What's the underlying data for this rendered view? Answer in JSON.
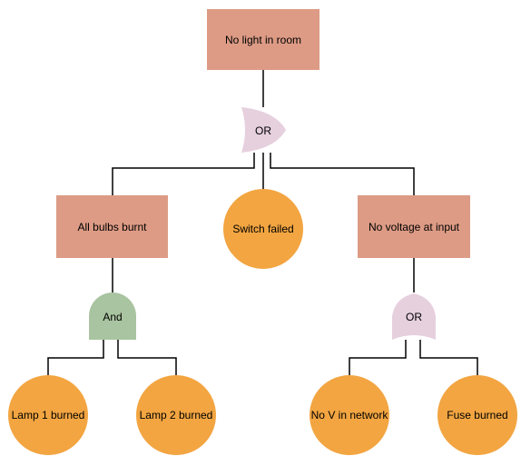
{
  "diagram": {
    "top_event": "No light in room",
    "gate_top": "OR",
    "left_event": "All bulbs burnt",
    "middle_event": "Switch failed",
    "right_event": "No voltage at input",
    "gate_left": "And",
    "gate_right": "OR",
    "leaf_1": "Lamp 1 burned",
    "leaf_2": "Lamp 2 burned",
    "leaf_3": "No V in network",
    "leaf_4": "Fuse burned"
  },
  "colors": {
    "event_box": "#dd9b85",
    "basic_event": "#f2a541",
    "or_gate": "#e6d0de",
    "and_gate": "#a9c4a0",
    "line": "#000000"
  }
}
